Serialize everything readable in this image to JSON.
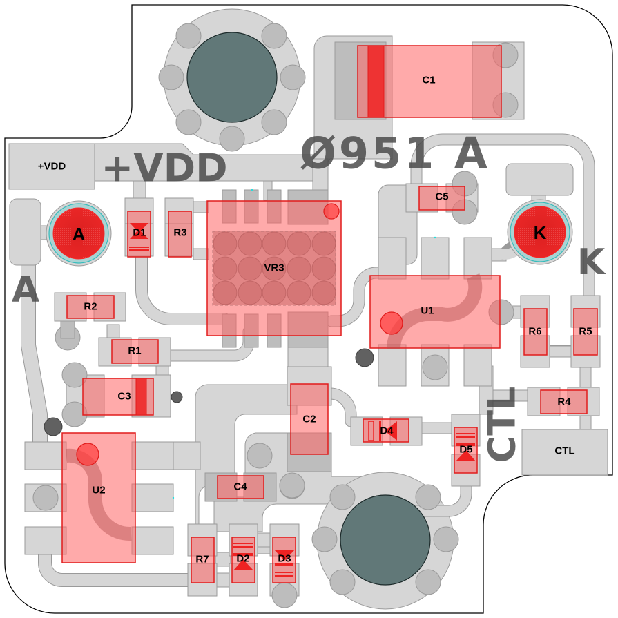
{
  "board": {
    "title": "PCB layout view",
    "part_number_silkscreen": "Ø951 A",
    "silkscreen": {
      "vdd": "+VDD",
      "anode": "A",
      "cathode": "K",
      "ctl": "CTL"
    },
    "colors": {
      "copper": "#d6d6d6",
      "component_body": "#ffa6a6",
      "component_outline": "#e11c1c",
      "mounting_hole": "#617878",
      "silkscreen": "#5a5a5a"
    }
  },
  "connectors": {
    "vdd_pad": "+VDD",
    "ctl_pad": "CTL"
  },
  "test_points": {
    "anode": "A",
    "cathode": "K"
  },
  "components": {
    "C1": "C1",
    "C2": "C2",
    "C3": "C3",
    "C4": "C4",
    "C5": "C5",
    "D1": "D1",
    "D2": "D2",
    "D3": "D3",
    "D4": "D4",
    "D5": "D5",
    "R1": "R1",
    "R2": "R2",
    "R3": "R3",
    "R4": "R4",
    "R5": "R5",
    "R6": "R6",
    "R7": "R7",
    "U1": "U1",
    "U2": "U2",
    "VR3": "VR3"
  }
}
